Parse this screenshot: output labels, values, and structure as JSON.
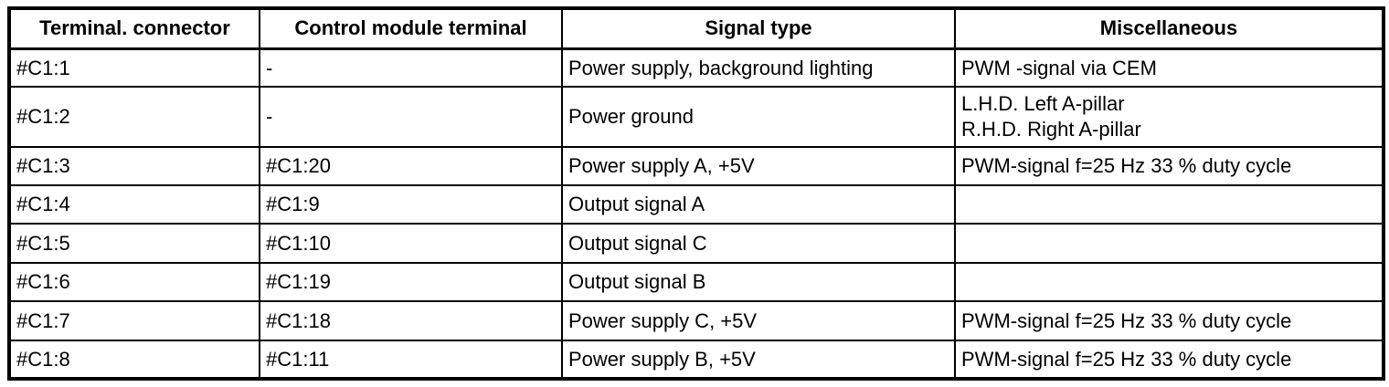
{
  "colors": {
    "border": "#000000",
    "background": "#ffffff",
    "text": "#000000"
  },
  "table": {
    "columns": [
      "Terminal. connector",
      "Control module terminal",
      "Signal type",
      "Miscellaneous"
    ],
    "rows": [
      {
        "terminal": "#C1:1",
        "module": "-",
        "signal": "Power supply, background lighting",
        "misc": "PWM -signal via CEM"
      },
      {
        "terminal": "#C1:2",
        "module": "-",
        "signal": "Power ground",
        "misc": "L.H.D. Left A-pillar\nR.H.D. Right A-pillar"
      },
      {
        "terminal": "#C1:3",
        "module": "#C1:20",
        "signal": "Power supply A, +5V",
        "misc": "PWM-signal f=25 Hz 33 % duty cycle"
      },
      {
        "terminal": "#C1:4",
        "module": "#C1:9",
        "signal": "Output signal A",
        "misc": ""
      },
      {
        "terminal": "#C1:5",
        "module": "#C1:10",
        "signal": "Output signal C",
        "misc": ""
      },
      {
        "terminal": "#C1:6",
        "module": "#C1:19",
        "signal": "Output signal B",
        "misc": ""
      },
      {
        "terminal": "#C1:7",
        "module": "#C1:18",
        "signal": "Power supply C, +5V",
        "misc": "PWM-signal f=25 Hz 33 % duty cycle"
      },
      {
        "terminal": "#C1:8",
        "module": "#C1:11",
        "signal": "Power supply B, +5V",
        "misc": "PWM-signal f=25 Hz 33 % duty cycle"
      }
    ]
  }
}
